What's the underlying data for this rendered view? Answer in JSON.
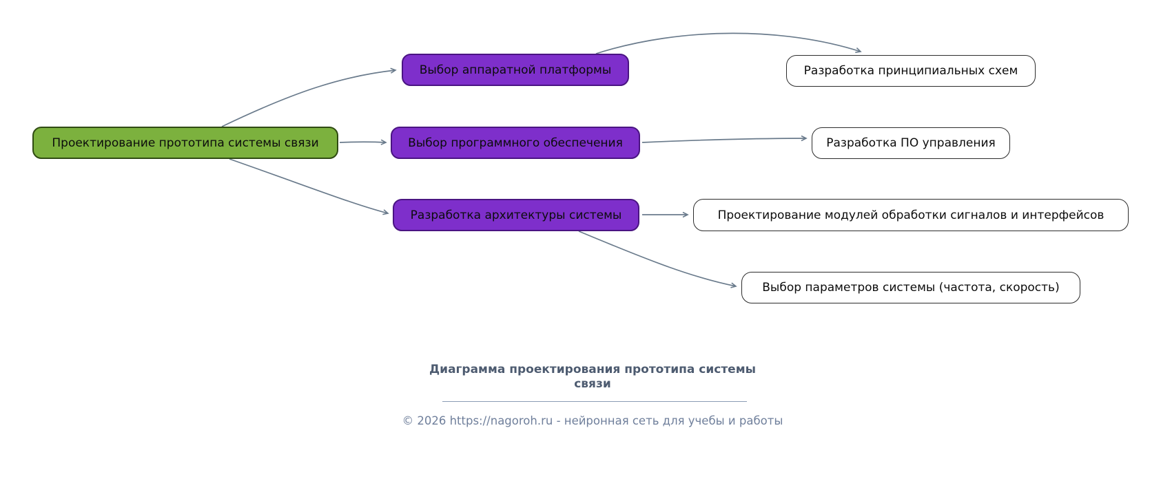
{
  "diagram_type": "flowchart",
  "nodes": [
    {
      "id": "root",
      "level": 0,
      "label": "Проектирование прототипа системы связи"
    },
    {
      "id": "hardware",
      "level": 1,
      "label": "Выбор аппаратной платформы"
    },
    {
      "id": "software",
      "level": 1,
      "label": "Выбор программного обеспечения"
    },
    {
      "id": "architecture",
      "level": 1,
      "label": "Разработка архитектуры системы"
    },
    {
      "id": "schematics",
      "level": 2,
      "label": "Разработка принципиальных схем"
    },
    {
      "id": "control_software",
      "level": 2,
      "label": "Разработка ПО управления"
    },
    {
      "id": "modules",
      "level": 2,
      "label": "Проектирование модулей обработки сигналов и интерфейсов"
    },
    {
      "id": "parameters",
      "level": 2,
      "label": "Выбор параметров системы (частота, скорость)"
    }
  ],
  "edges": [
    {
      "from": "root",
      "to": "hardware"
    },
    {
      "from": "root",
      "to": "software"
    },
    {
      "from": "root",
      "to": "architecture"
    },
    {
      "from": "hardware",
      "to": "schematics"
    },
    {
      "from": "software",
      "to": "control_software"
    },
    {
      "from": "architecture",
      "to": "modules"
    },
    {
      "from": "architecture",
      "to": "parameters"
    }
  ],
  "footer": {
    "title": "Диаграмма проектирования прототипа системы связи",
    "copyright": "© 2026 https://nagoroh.ru - нейронная сеть для учебы и работы"
  },
  "colors": {
    "root_fill": "#7CB13E",
    "root_border": "#2F4A12",
    "branch_fill": "#7E2FCB",
    "branch_border": "#4A1482",
    "leaf_fill": "#FFFFFF",
    "leaf_border": "#2B2B2B",
    "edge": "#697A8B",
    "title_color": "#4D5B70",
    "copyright_color": "#6F7F9B"
  }
}
